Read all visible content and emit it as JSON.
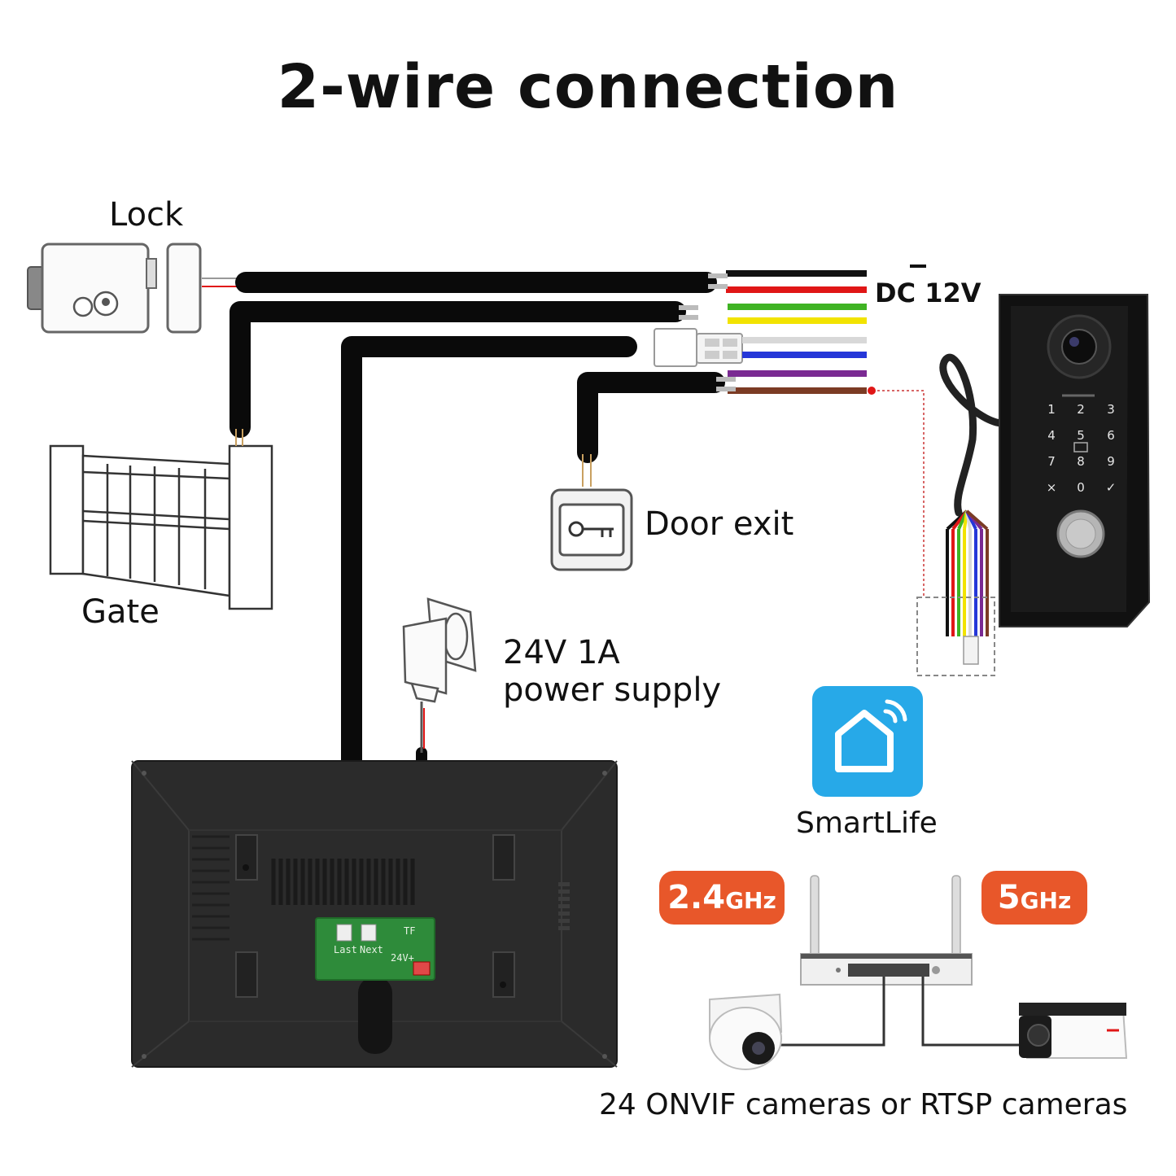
{
  "title": "2-wire connection",
  "labels": {
    "lock": "Lock",
    "gate": "Gate",
    "dc": "DC 12V",
    "door_exit": "Door exit",
    "power_line1": "24V 1A",
    "power_line2": "power supply",
    "smartlife": "SmartLife",
    "cameras": "24 ONVIF cameras or RTSP cameras"
  },
  "wifi_bands": [
    {
      "value": "2.4",
      "unit": "GHz"
    },
    {
      "value": "5",
      "unit": "GHz"
    }
  ],
  "board": {
    "tf": "TF",
    "last": "Last",
    "next": "Next",
    "power_port": "24V+"
  },
  "keypad": [
    "1",
    "2",
    "3",
    "4",
    "5",
    "6",
    "7",
    "8",
    "9",
    "×",
    "0",
    "✓"
  ],
  "wire_colors": [
    "#111111",
    "#e01616",
    "#3fb323",
    "#f2e300",
    "#d8d8d8",
    "#2537d8",
    "#7a2a92",
    "#7b3b24"
  ],
  "colors": {
    "accent": "#e8572a",
    "smartlife": "#27a9e8",
    "cable": "#0a0a0a",
    "monitor": "#2b2b2b",
    "pcb": "#2e8b3a"
  }
}
